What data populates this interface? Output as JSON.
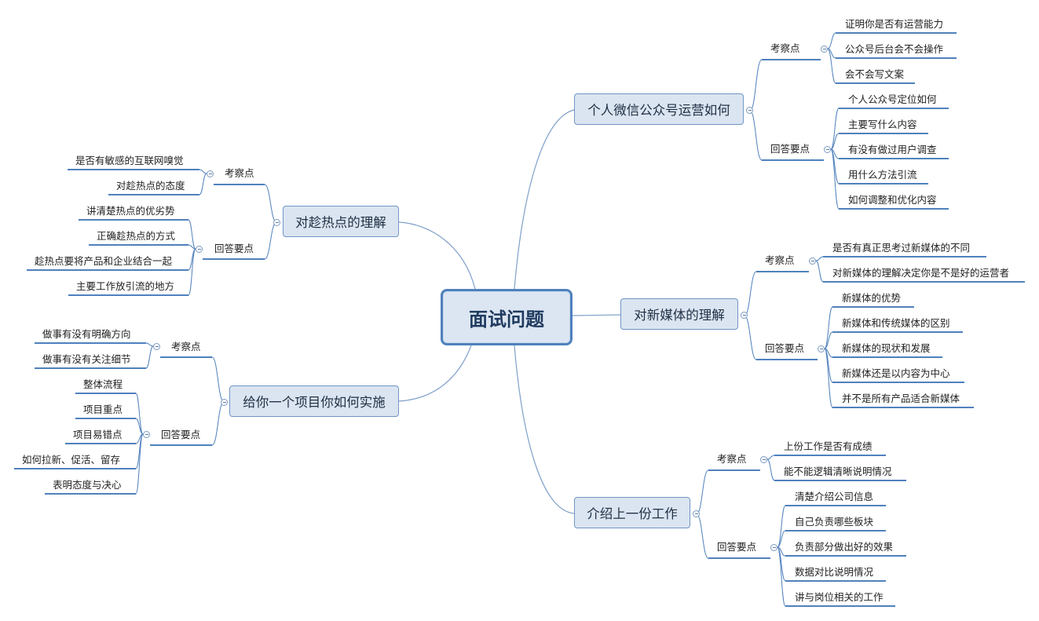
{
  "root": {
    "label": "面试问题"
  },
  "branches": [
    {
      "label": "个人微信公众号运营如何",
      "groups": [
        {
          "label": "考察点",
          "items": [
            "证明你是否有运营能力",
            "公众号后台会不会操作",
            "会不会写文案"
          ]
        },
        {
          "label": "回答要点",
          "items": [
            "个人公众号定位如何",
            "主要写什么内容",
            "有没有做过用户调查",
            "用什么方法引流",
            "如何调整和优化内容"
          ]
        }
      ]
    },
    {
      "label": "对新媒体的理解",
      "groups": [
        {
          "label": "考察点",
          "items": [
            "是否有真正思考过新媒体的不同",
            "对新媒体的理解决定你是不是好的运营者"
          ]
        },
        {
          "label": "回答要点",
          "items": [
            "新媒体的优势",
            "新媒体和传统媒体的区别",
            "新媒体的现状和发展",
            "新媒体还是以内容为中心",
            "并不是所有产品适合新媒体"
          ]
        }
      ]
    },
    {
      "label": "介绍上一份工作",
      "groups": [
        {
          "label": "考察点",
          "items": [
            "上份工作是否有成绩",
            "能不能逻辑清晰说明情况"
          ]
        },
        {
          "label": "回答要点",
          "items": [
            "清楚介绍公司信息",
            "自己负责哪些板块",
            "负责部分做出好的效果",
            "数据对比说明情况",
            "讲与岗位相关的工作"
          ]
        }
      ]
    },
    {
      "label": "对趁热点的理解",
      "groups": [
        {
          "label": "考察点",
          "items": [
            "是否有敏感的互联网嗅觉",
            "对趁热点的态度"
          ]
        },
        {
          "label": "回答要点",
          "items": [
            "讲清楚热点的优劣势",
            "正确趁热点的方式",
            "趁热点要将产品和企业结合一起",
            "主要工作放引流的地方"
          ]
        }
      ]
    },
    {
      "label": "给你一个项目你如何实施",
      "groups": [
        {
          "label": "考察点",
          "items": [
            "做事有没有明确方向",
            "做事有没有关注细节"
          ]
        },
        {
          "label": "回答要点",
          "items": [
            "整体流程",
            "项目重点",
            "项目易错点",
            "如何拉新、促活、留存",
            "表明态度与决心"
          ]
        }
      ]
    }
  ],
  "colors": {
    "line": "#4f81bd",
    "branch_line": "#7fa0c9",
    "root_fill": "#dce6f2",
    "node_fill": "#dbe5f1"
  },
  "icons": {
    "toggle": "collapse-minus-icon"
  }
}
